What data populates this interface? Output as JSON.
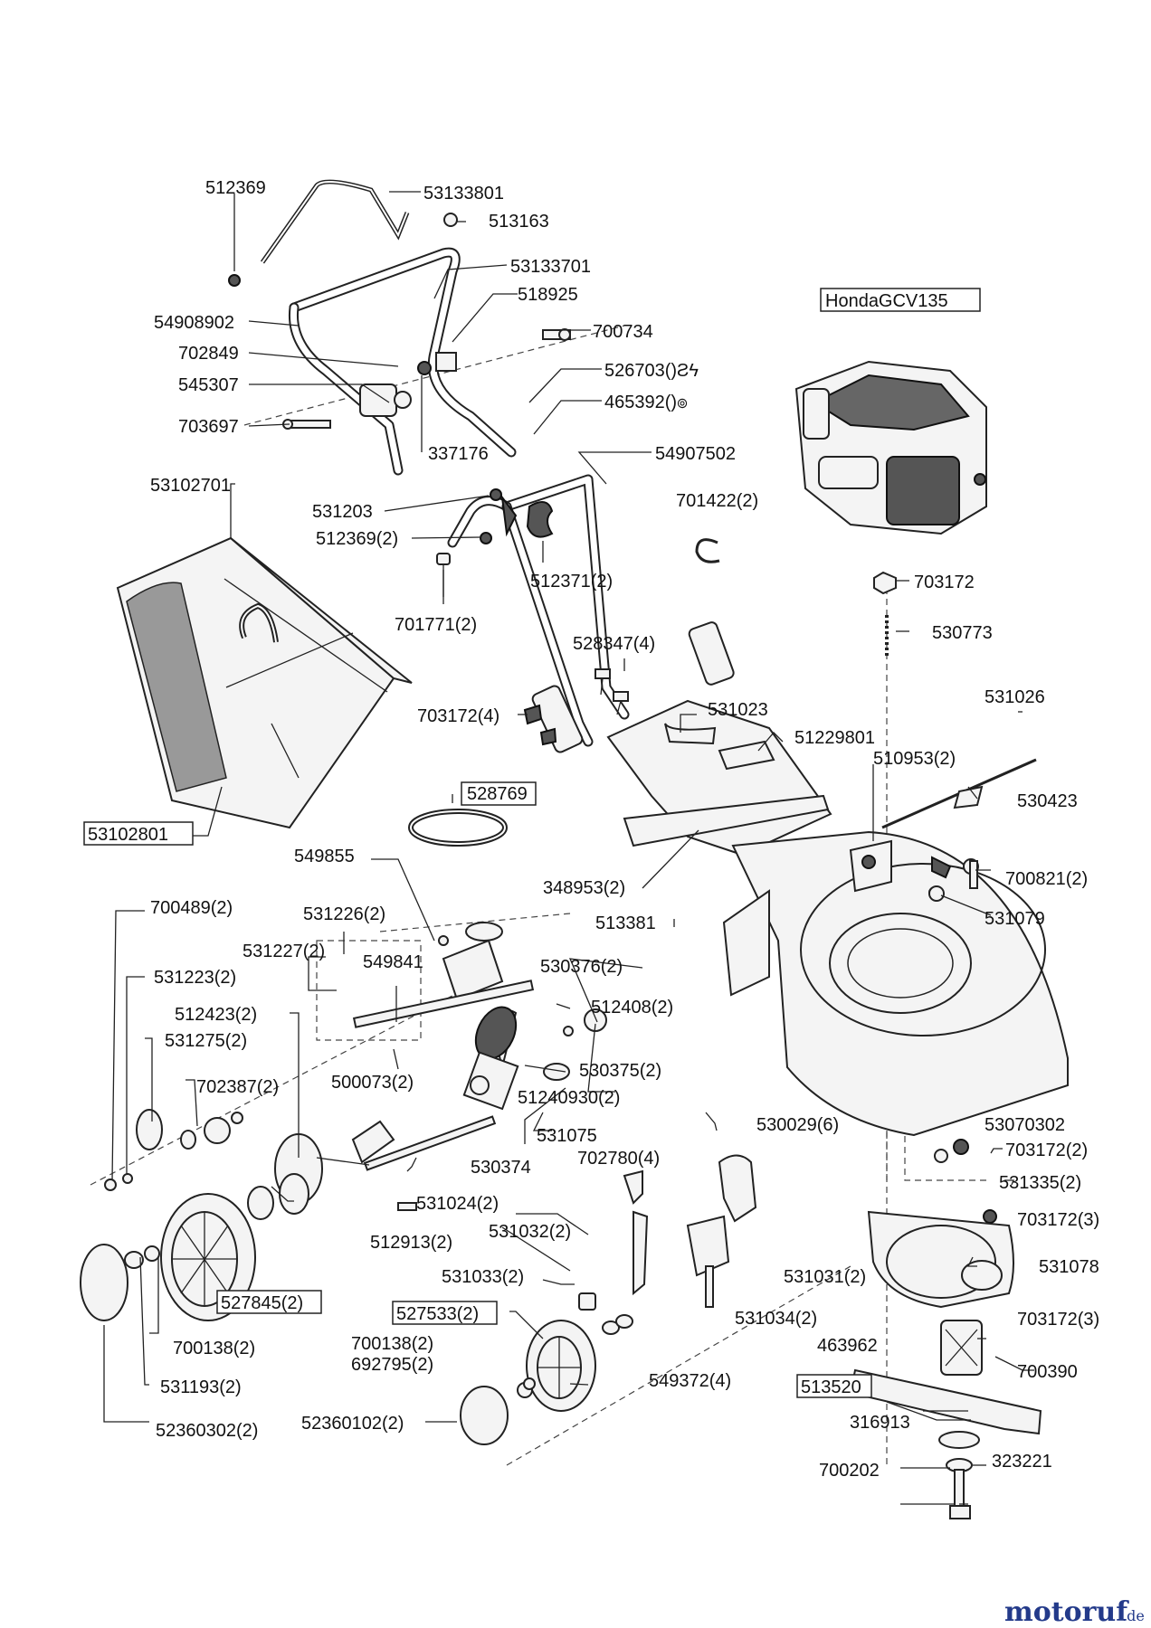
{
  "labels": [
    {
      "text": "512369"
    },
    {
      "text": "53133801"
    },
    {
      "text": "513163"
    },
    {
      "text": "53133701"
    },
    {
      "text": "518925"
    },
    {
      "text": "54908902"
    },
    {
      "text": "700734"
    },
    {
      "text": "702849"
    },
    {
      "text": "526703()Ƨϟ"
    },
    {
      "text": "545307"
    },
    {
      "text": "465392()๏"
    },
    {
      "text": "703697"
    },
    {
      "text": "337176"
    },
    {
      "text": "54907502"
    },
    {
      "text": "53102701"
    },
    {
      "text": "531203"
    },
    {
      "text": "701422(2)"
    },
    {
      "text": "512369(2)"
    },
    {
      "text": "512371(2)"
    },
    {
      "text": "701771(2)"
    },
    {
      "text": "703172"
    },
    {
      "text": "530773"
    },
    {
      "text": "528347(4)"
    },
    {
      "text": "531026"
    },
    {
      "text": "703172(4)"
    },
    {
      "text": "531023"
    },
    {
      "text": "51229801"
    },
    {
      "text": "510953(2)"
    },
    {
      "text": "528769"
    },
    {
      "text": "530423"
    },
    {
      "text": "53102801"
    },
    {
      "text": "549855"
    },
    {
      "text": "348953(2)"
    },
    {
      "text": "700821(2)"
    },
    {
      "text": "700489(2)"
    },
    {
      "text": "531226(2)"
    },
    {
      "text": "513381"
    },
    {
      "text": "531079"
    },
    {
      "text": "531227(2)"
    },
    {
      "text": "549841"
    },
    {
      "text": "530376(2)"
    },
    {
      "text": "531223(2)"
    },
    {
      "text": "512423(2)"
    },
    {
      "text": "512408(2)"
    },
    {
      "text": "531275(2)"
    },
    {
      "text": "500073(2)"
    },
    {
      "text": "530375(2)"
    },
    {
      "text": "702387(2)"
    },
    {
      "text": "51240930(2)"
    },
    {
      "text": "530029(6)"
    },
    {
      "text": "531075"
    },
    {
      "text": "53070302"
    },
    {
      "text": "702780(4)"
    },
    {
      "text": "703172(2)"
    },
    {
      "text": "530374"
    },
    {
      "text": "531335(2)"
    },
    {
      "text": "531024(2)"
    },
    {
      "text": "703172(3)"
    },
    {
      "text": "531032(2)"
    },
    {
      "text": "512913(2)"
    },
    {
      "text": "531078"
    },
    {
      "text": "531031(2)"
    },
    {
      "text": "527845(2)"
    },
    {
      "text": "531033(2)"
    },
    {
      "text": "527533(2)"
    },
    {
      "text": "531034(2)"
    },
    {
      "text": "703172(3)"
    },
    {
      "text": "700138(2)"
    },
    {
      "text": "463962"
    },
    {
      "text": "700138(2)"
    },
    {
      "text": "549372(4)"
    },
    {
      "text": "692795(2)"
    },
    {
      "text": "700390"
    },
    {
      "text": "531193(2)"
    },
    {
      "text": "513520"
    },
    {
      "text": "52360102(2)"
    },
    {
      "text": "316913"
    },
    {
      "text": "52360302(2)"
    },
    {
      "text": "700202"
    },
    {
      "text": "323221"
    },
    {
      "text": "HondaGCV135"
    }
  ],
  "watermark": {
    "brand": "motoruf",
    "suffix": ".de"
  },
  "colors": {
    "line": "#222222",
    "background": "#ffffff",
    "watermark": "#233a8a"
  }
}
